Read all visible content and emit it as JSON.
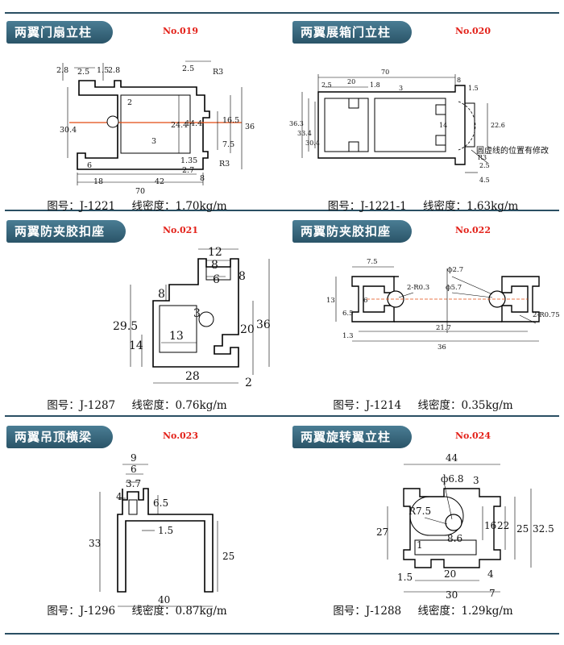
{
  "panels": [
    {
      "title": "两翼门扇立柱",
      "model": "No.019",
      "code": "图号：J-1221",
      "density": "线密度：1.70kg/m"
    },
    {
      "title": "两翼展箱门立柱",
      "model": "No.020",
      "code": "图号：J-1221-1",
      "density": "线密度：1.63kg/m",
      "note": "圆虚线的位置有修改"
    },
    {
      "title": "两翼防夹胶扣座",
      "model": "No.021",
      "code": "图号：J-1287",
      "density": "线密度：0.76kg/m"
    },
    {
      "title": "两翼防夹胶扣座",
      "model": "No.022",
      "code": "图号：J-1214",
      "density": "线密度：0.35kg/m"
    },
    {
      "title": "两翼吊顶横梁",
      "model": "No.023",
      "code": "图号：J-1296",
      "density": "线密度：0.87kg/m"
    },
    {
      "title": "两翼旋转翼立柱",
      "model": "No.024",
      "code": "图号：J-1288",
      "density": "线密度：1.29kg/m"
    }
  ],
  "dims": {
    "p1": [
      "2.8",
      "2.5",
      "1.5",
      "2.8",
      "2.5",
      "R3",
      "2",
      "30.4",
      "24.4",
      "14.4",
      "16.5",
      "36",
      "3",
      "7.5",
      "1.35",
      "2.7",
      "6",
      "18",
      "42",
      "8",
      "70",
      "R3"
    ],
    "p2": [
      "70",
      "2.5",
      "20",
      "1.8",
      "8",
      "1.5",
      "3",
      "36.3",
      "33.4",
      "30.4",
      "14",
      "22.6",
      "R3",
      "2.5",
      "4.5"
    ],
    "p3": [
      "12",
      "8",
      "6",
      "8",
      "8",
      "29.5",
      "3",
      "20",
      "36",
      "14",
      "13",
      "28",
      "2"
    ],
    "p4": [
      "7.5",
      "ф2.7",
      "ф5.7",
      "2-R0.3",
      "13",
      "6",
      "6.5",
      "2-R0.75",
      "1.3",
      "21.7",
      "36"
    ],
    "p5": [
      "9",
      "6",
      "3.7",
      "4",
      "6.5",
      "33",
      "1.5",
      "25",
      "40"
    ],
    "p6": [
      "44",
      "ф6.8",
      "3",
      "R7.5",
      "16",
      "22",
      "25",
      "32.5",
      "27",
      "8.6",
      "1",
      "20",
      "1.5",
      "4",
      "30",
      "7"
    ]
  }
}
